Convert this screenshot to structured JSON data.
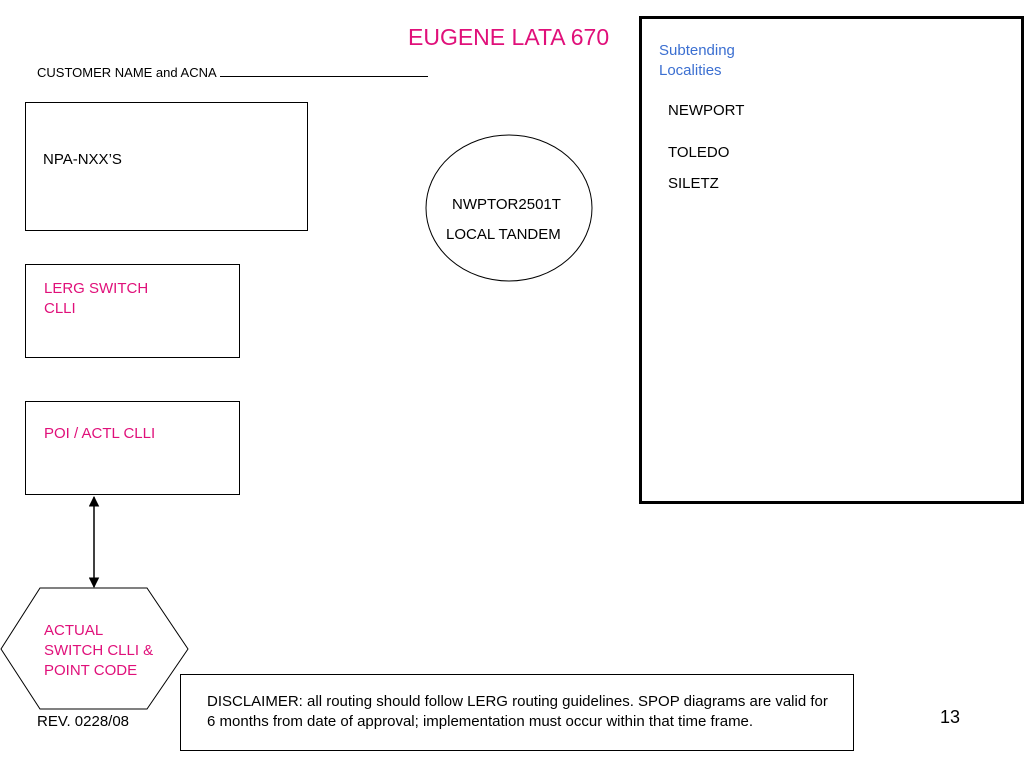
{
  "title": "EUGENE LATA 670",
  "customer_label": "CUSTOMER NAME and ACNA",
  "npa_nxx_label": "NPA-NXX’S",
  "lerg_switch_label": [
    "LERG SWITCH",
    "CLLI"
  ],
  "poi_label": "POI / ACTL CLLI",
  "actual_switch_label": [
    "ACTUAL",
    "SWITCH CLLI &",
    "POINT CODE"
  ],
  "tandem": {
    "name": "NWPTOR2501T",
    "type": "LOCAL TANDEM"
  },
  "subtending": {
    "heading": [
      "Subtending",
      "Localities"
    ],
    "localities": [
      "NEWPORT",
      "TOLEDO",
      "SILETZ"
    ]
  },
  "disclaimer": "DISCLAIMER: all routing should follow LERG routing guidelines. SPOP diagrams are valid for 6 months from date of approval; implementation must occur within that time frame.",
  "revision": "REV. 0228/08",
  "page_number": "13",
  "colors": {
    "accent": "#e0107a",
    "heading_blue": "#3b6fd1"
  }
}
